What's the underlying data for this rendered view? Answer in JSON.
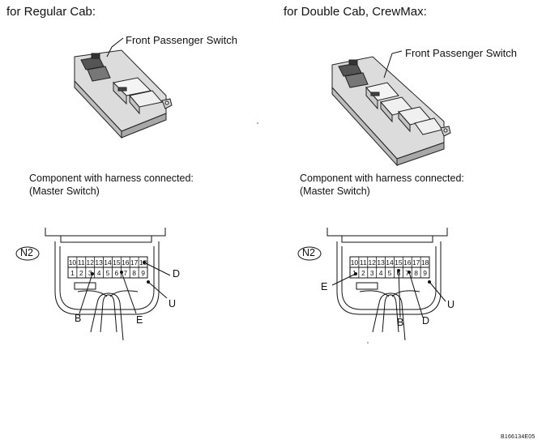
{
  "left": {
    "heading": "for Regular Cab:",
    "switch_label": "Front Passenger Switch",
    "component_line1": "Component with harness connected:",
    "component_line2": "(Master Switch)",
    "connector_id": "N2",
    "pins_top": [
      "10",
      "11",
      "12",
      "13",
      "14",
      "15",
      "16",
      "17",
      "18"
    ],
    "pins_bottom": [
      "1",
      "2",
      "3",
      "4",
      "5",
      "6",
      "7",
      "8",
      "9"
    ],
    "callouts": {
      "d": "D",
      "u": "U",
      "b": "B",
      "e": "E"
    }
  },
  "right": {
    "heading": "for Double Cab, CrewMax:",
    "switch_label": "Front Passenger Switch",
    "component_line1": "Component with harness connected:",
    "component_line2": "(Master Switch)",
    "connector_id": "N2",
    "pins_top": [
      "10",
      "11",
      "12",
      "13",
      "14",
      "15",
      "16",
      "17",
      "18"
    ],
    "pins_bottom": [
      "1",
      "2",
      "3",
      "4",
      "5",
      "6",
      "7",
      "8",
      "9"
    ],
    "callouts": {
      "e": "E",
      "b": "B",
      "d": "D",
      "u": "U"
    }
  },
  "doc_code": "B166134E05"
}
